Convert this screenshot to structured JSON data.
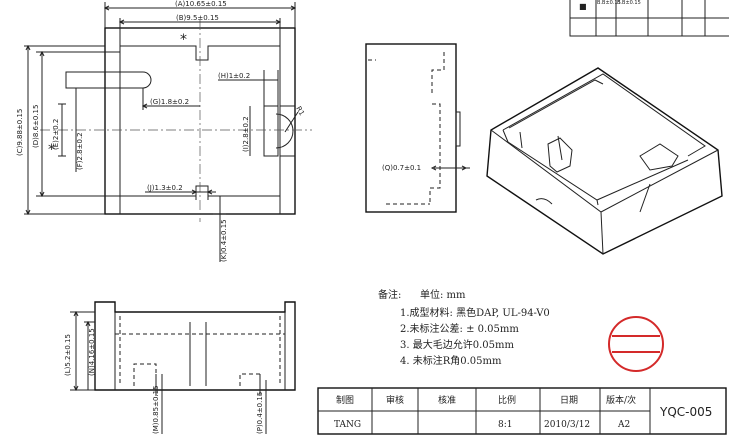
{
  "dimensions": {
    "A": "(A)10.65±0.15",
    "B": "(B)9.5±0.15",
    "C": "(C)9.88±0.15",
    "D": "(D)8.6±0.15",
    "E": "(E)2±0.2",
    "F": "(F)2.8±0.2",
    "G": "(G)1.8±0.2",
    "H": "(H)1±0.2",
    "I": "(I)2.8±0.2",
    "J": "(J)1.3±0.2",
    "K": "(K)0.4±0.15",
    "R": "R1",
    "Q": "(Q)0.7±0.1",
    "L": "(L)5.2±0.15",
    "N": "(N)4.16±0.15",
    "M": "(M)0.85±0.15",
    "P": "(P)0.4±0.15"
  },
  "marks": {
    "critical": "*"
  },
  "top_table": {
    "cell1": "B.B±0.15",
    "cell2": "B.B±0.15"
  },
  "notes": {
    "header": "备注:",
    "unit": "单位: mm",
    "items": [
      "1.成型材料: 黑色DAP, UL-94-V0",
      "2.未标注公差: ± 0.05mm",
      "3. 最大毛边允许0.05mm",
      "4. 未标注R角0.05mm"
    ]
  },
  "title_block": {
    "headers": [
      "制图",
      "审核",
      "核准",
      "比例",
      "日期",
      "版本/次"
    ],
    "values": [
      "TANG",
      "",
      "",
      "8:1",
      "2010/3/12",
      "A2"
    ],
    "drawing_no": "YQC-005"
  },
  "colors": {
    "line": "#222222",
    "stamp": "#d42a2a"
  }
}
